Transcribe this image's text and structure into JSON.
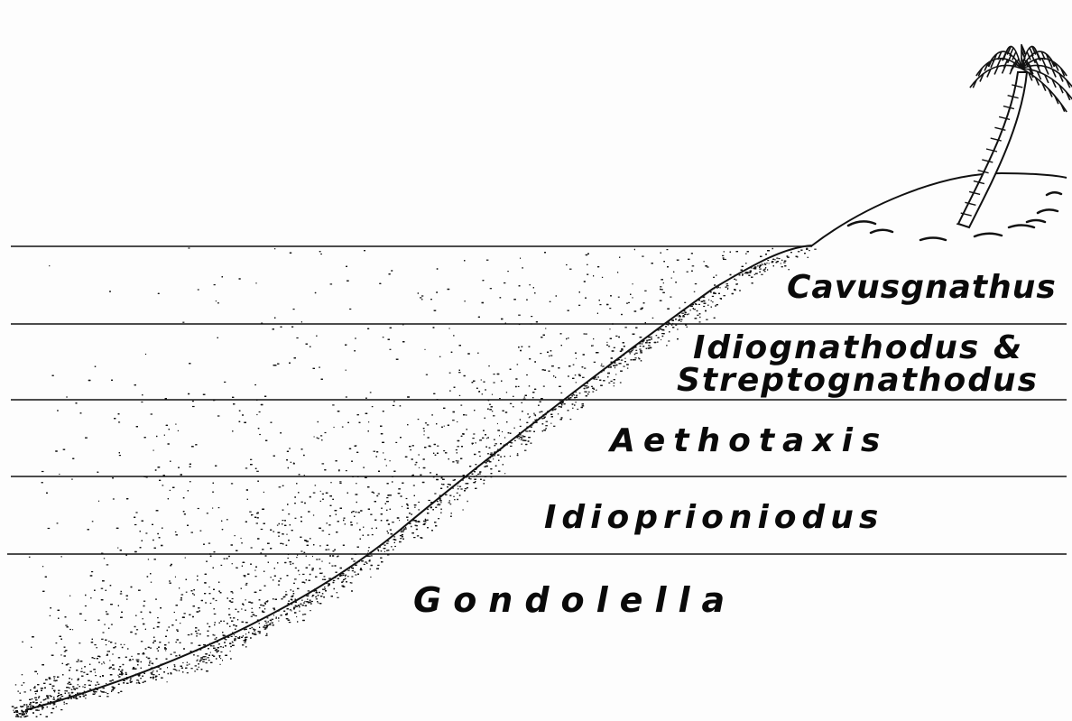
{
  "figure": {
    "zones": [
      {
        "name": "Cavusgnathus",
        "lines": [
          "Cavusgnathus"
        ]
      },
      {
        "name": "Idiognathodus & Streptognathodus",
        "lines": [
          "Idiognathodus &",
          "Streptognathodus"
        ]
      },
      {
        "name": "Aethotaxis",
        "lines": [
          "Aethotaxis"
        ]
      },
      {
        "name": "Idioprioniodus",
        "lines": [
          "Idioprioniodus"
        ]
      },
      {
        "name": "Gondolella",
        "lines": [
          "Gondolella"
        ]
      }
    ]
  },
  "colors": {
    "ink": "#111111",
    "background": "#fdfdfd"
  }
}
